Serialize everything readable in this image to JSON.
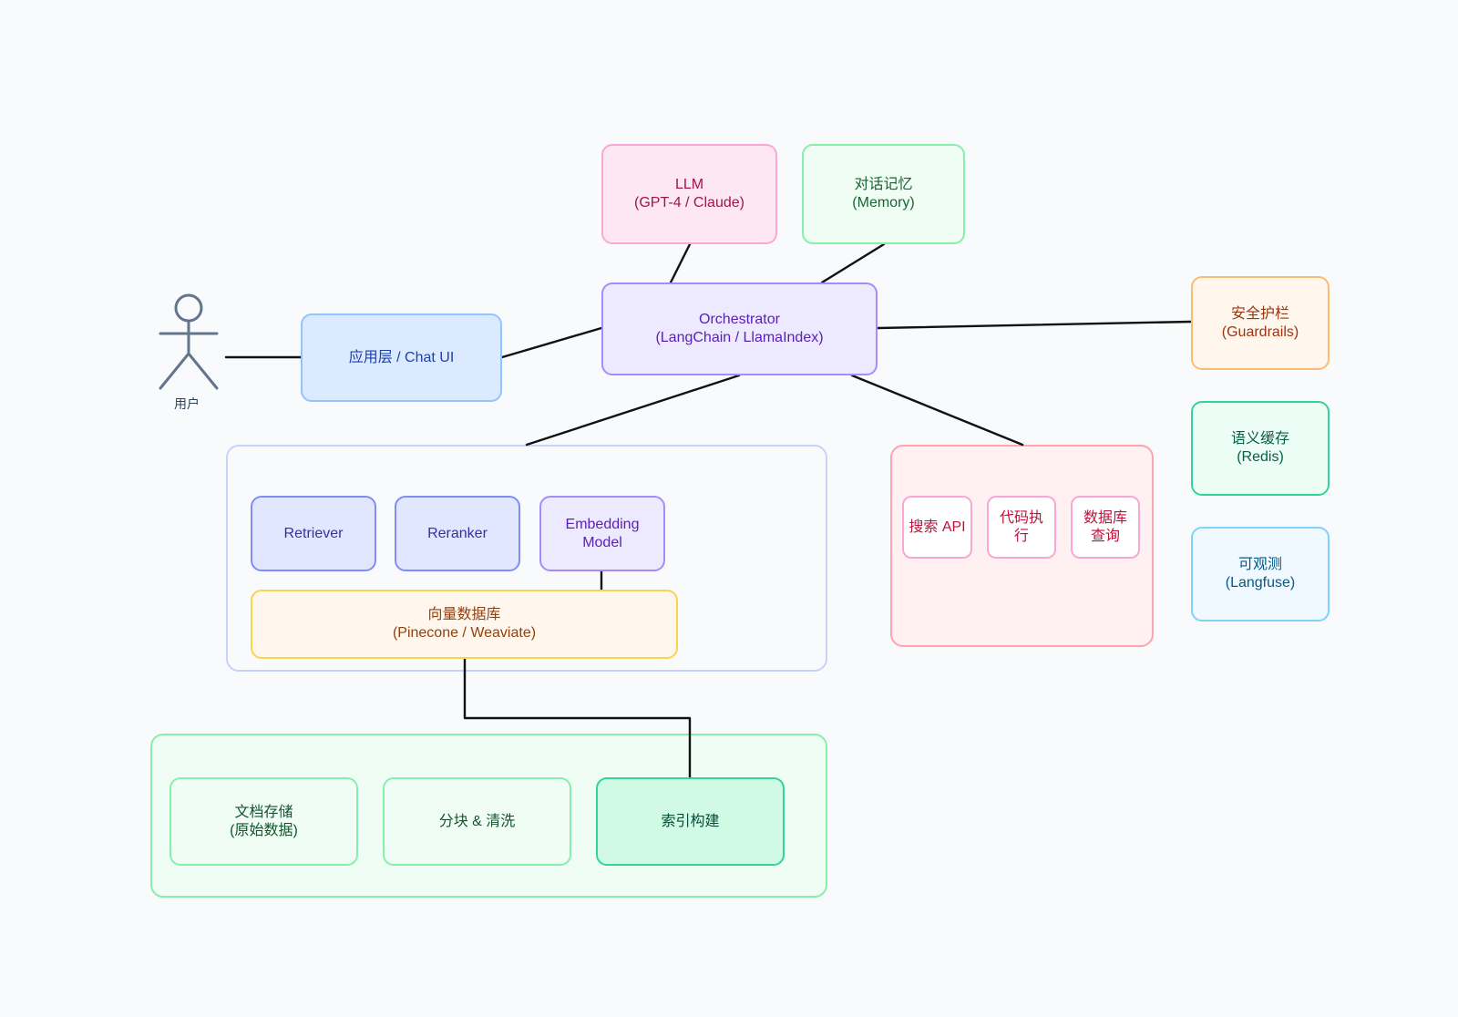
{
  "actor": {
    "label": "用户"
  },
  "app": {
    "label": "应用层 / Chat UI"
  },
  "orchestrator": {
    "line1": "Orchestrator",
    "line2": "(LangChain / LlamaIndex)"
  },
  "llm": {
    "line1": "LLM",
    "line2": "(GPT-4 / Claude)"
  },
  "memory": {
    "line1": "对话记忆",
    "line2": "(Memory)"
  },
  "side": {
    "guardrails": {
      "line1": "安全护栏",
      "line2": "(Guardrails)"
    },
    "cache": {
      "line1": "语义缓存",
      "line2": "(Redis)"
    },
    "observability": {
      "line1": "可观测",
      "line2": "(Langfuse)"
    }
  },
  "rag": {
    "retriever": "Retriever",
    "reranker": "Reranker",
    "embedding": {
      "line1": "Embedding",
      "line2": "Model"
    },
    "vectordb": {
      "line1": "向量数据库",
      "line2": "(Pinecone / Weaviate)"
    }
  },
  "tools": {
    "search": "搜索 API",
    "code": {
      "line1": "代码执",
      "line2": "行"
    },
    "db": {
      "line1": "数据库",
      "line2": "查询"
    }
  },
  "ingest": {
    "docs": {
      "line1": "文档存储",
      "line2": "(原始数据)"
    },
    "chunk": "分块 & 清洗",
    "index": "索引构建"
  },
  "colors": {
    "line": "#111111",
    "actor_stroke": "#64748b"
  }
}
